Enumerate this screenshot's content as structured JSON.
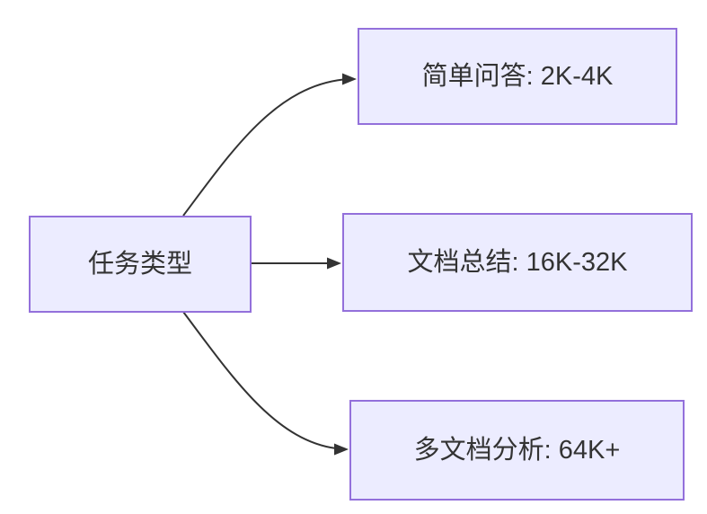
{
  "diagram": {
    "type": "flowchart-LR",
    "root": {
      "label": "任务类型"
    },
    "branches": [
      {
        "label": "简单问答: 2K-4K"
      },
      {
        "label": "文档总结: 16K-32K"
      },
      {
        "label": "多文档分析: 64K+"
      }
    ]
  },
  "colors": {
    "node-fill": "#ECECFF",
    "node-border": "#9370DB",
    "line-color": "#333333",
    "text-color": "#333333",
    "page-bg": "#ffffff"
  }
}
